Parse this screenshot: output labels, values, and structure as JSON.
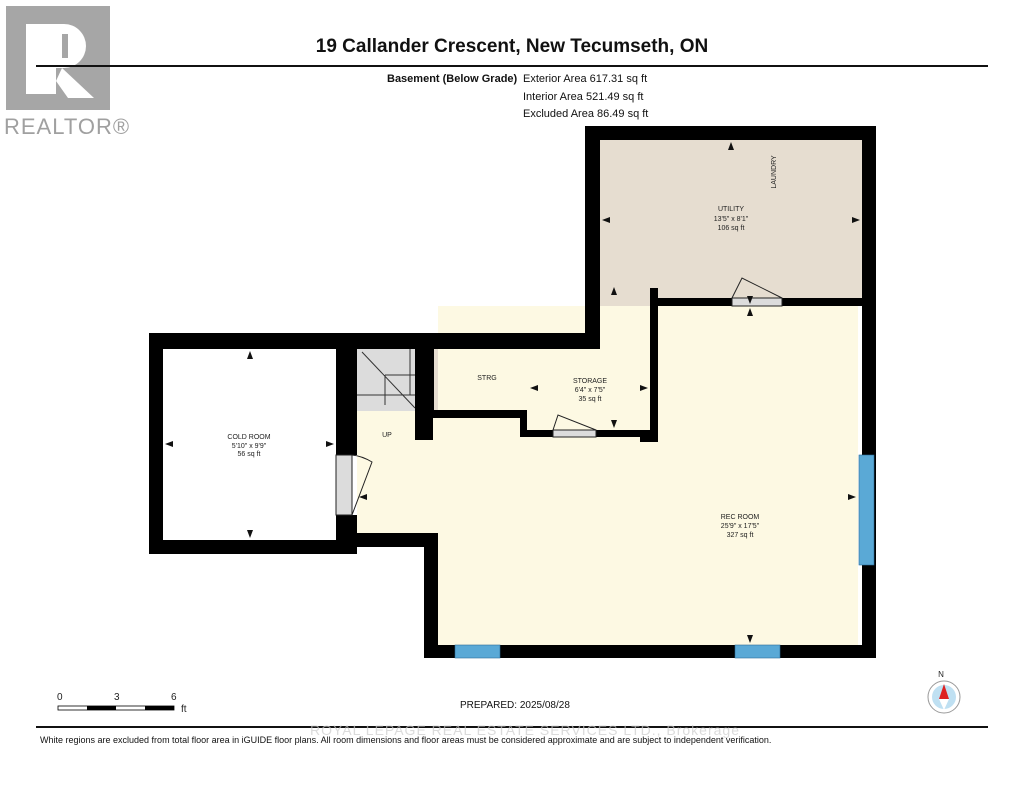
{
  "header": {
    "title": "19 Callander Crescent, New Tecumseth, ON"
  },
  "areas": {
    "level": "Basement (Below Grade)",
    "exterior": "Exterior Area 617.31 sq ft",
    "interior": "Interior Area 521.49 sq ft",
    "excluded": "Excluded Area 86.49 sq ft"
  },
  "logo": {
    "text": "REALTOR®"
  },
  "rooms": {
    "utility": {
      "name": "UTILITY",
      "dims": "13'5\" x 8'1\"",
      "area": "106 sq ft"
    },
    "laundry": {
      "name": "LAUNDRY"
    },
    "strg": {
      "name": "STRG"
    },
    "storage": {
      "name": "STORAGE",
      "dims": "6'4\" x 7'5\"",
      "area": "35 sq ft"
    },
    "cold_room": {
      "name": "COLD ROOM",
      "dims": "5'10\" x 9'9\"",
      "area": "56 sq ft"
    },
    "rec_room": {
      "name": "REC ROOM",
      "dims": "25'9\" x 17'5\"",
      "area": "327 sq ft"
    },
    "stairs": {
      "label": "UP"
    }
  },
  "scale": {
    "ticks": [
      "0",
      "3",
      "6"
    ],
    "unit": "ft"
  },
  "compass": {
    "label": "N"
  },
  "footer": {
    "prepared": "PREPARED: 2025/08/28",
    "disclaimer": "White regions are excluded from total floor area in iGUIDE floor plans. All room dimensions and floor areas must be considered approximate and are subject to independent verification.",
    "watermark": "ROYAL LEPAGE REAL ESTATE SERVICES LTD., Brokerage"
  },
  "colors": {
    "wall": "#000000",
    "beige": "#e6ddd0",
    "cream": "#fdf9e3",
    "window": "#5aa9d6",
    "stairs": "#dcdcdc"
  }
}
